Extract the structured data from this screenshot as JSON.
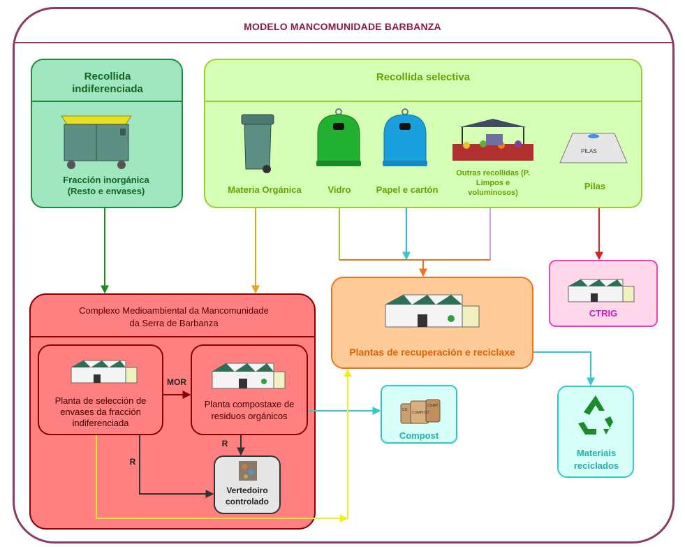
{
  "title": "MODELO MANCOMUNIDADE BARBANZA",
  "indiferenciada": {
    "header": "Recollida indiferenciada",
    "label": "Fracción inorgánica (Resto e envases)"
  },
  "selectiva": {
    "header": "Recollida selectiva",
    "items": [
      "Materia Orgánica",
      "Vidro",
      "Papel e cartón",
      "Outras recollidas (P. Limpos  e voluminosos)",
      "Pilas"
    ],
    "pilas_sign": "PILAS"
  },
  "complexo": {
    "title": "Complexo Medioambiental da Mancomunidade da Serra de Barbanza",
    "planta_seleccion": "Planta de selección de envases da fracción indiferenciada",
    "planta_compostaxe": "Planta compostaxe de residuos orgánicos",
    "vertedoiro": "Vertedoiro controlado",
    "mor_label": "MOR",
    "r_label_1": "R",
    "r_label_2": "R"
  },
  "plantas_recuperacion": "Plantas de recuperación e reciclaxe",
  "ctrig": "CTRIG",
  "compost": "Compost",
  "compost_bag_labels": [
    "CO",
    "COMPOST",
    "COMP"
  ],
  "materiais": "Materiais reciclados",
  "colors": {
    "frame": "#8b3a62",
    "green_box": "#a0e6c0",
    "green_border": "#1e8a3c",
    "lime_box": "#d4ffb4",
    "lime_border": "#9acd32",
    "red_box": "#ff8080",
    "red_border": "#8b0000",
    "orange_box": "#ffcc99",
    "orange_border": "#f07020",
    "pink_box": "#ffd8ec",
    "pink_border": "#ee40c0",
    "cyan_box": "#d8fff8",
    "cyan_border": "#30c8c8"
  }
}
